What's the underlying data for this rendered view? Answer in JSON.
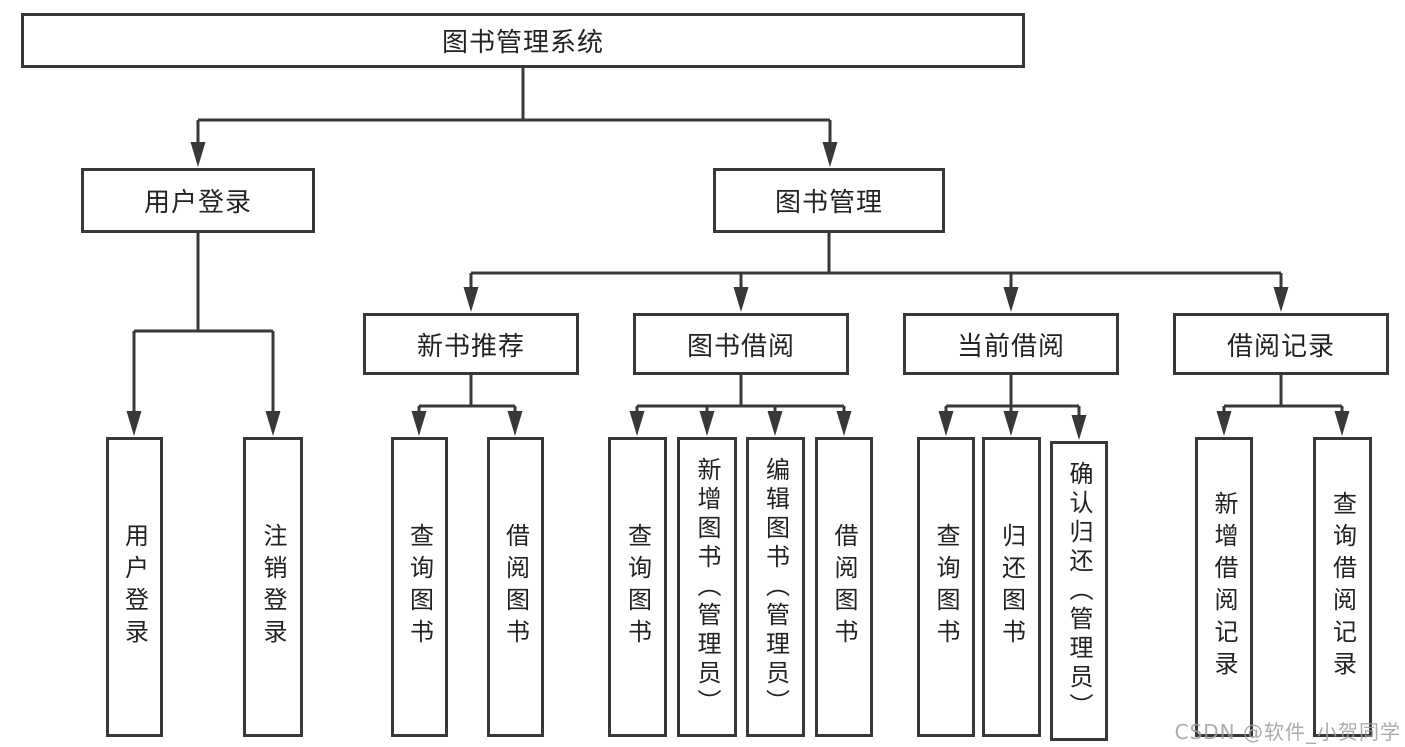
{
  "root": {
    "label": "图书管理系统"
  },
  "level2": {
    "user_login": {
      "label": "用户登录"
    },
    "book_management": {
      "label": "图书管理"
    }
  },
  "level3": {
    "new_book_recommend": {
      "label": "新书推荐"
    },
    "book_borrow": {
      "label": "图书借阅"
    },
    "current_borrow": {
      "label": "当前借阅"
    },
    "borrow_records": {
      "label": "借阅记录"
    }
  },
  "leaves": {
    "user_login": [
      "用户登录",
      "注销登录"
    ],
    "new_book_recommend": [
      "查询图书",
      "借阅图书"
    ],
    "book_borrow": [
      "查询图书",
      "新增图书（管理员）",
      "编辑图书（管理员）",
      "借阅图书"
    ],
    "current_borrow": [
      "查询图书",
      "归还图书",
      "确认归还（管理员）"
    ],
    "borrow_records": [
      "新增借阅记录",
      "查询借阅记录"
    ]
  },
  "watermark": "CSDN @软件_小贺同学",
  "colors": {
    "line": "#383838",
    "text": "#222222",
    "background": "#ffffff",
    "watermark": "#9e9e9e"
  }
}
